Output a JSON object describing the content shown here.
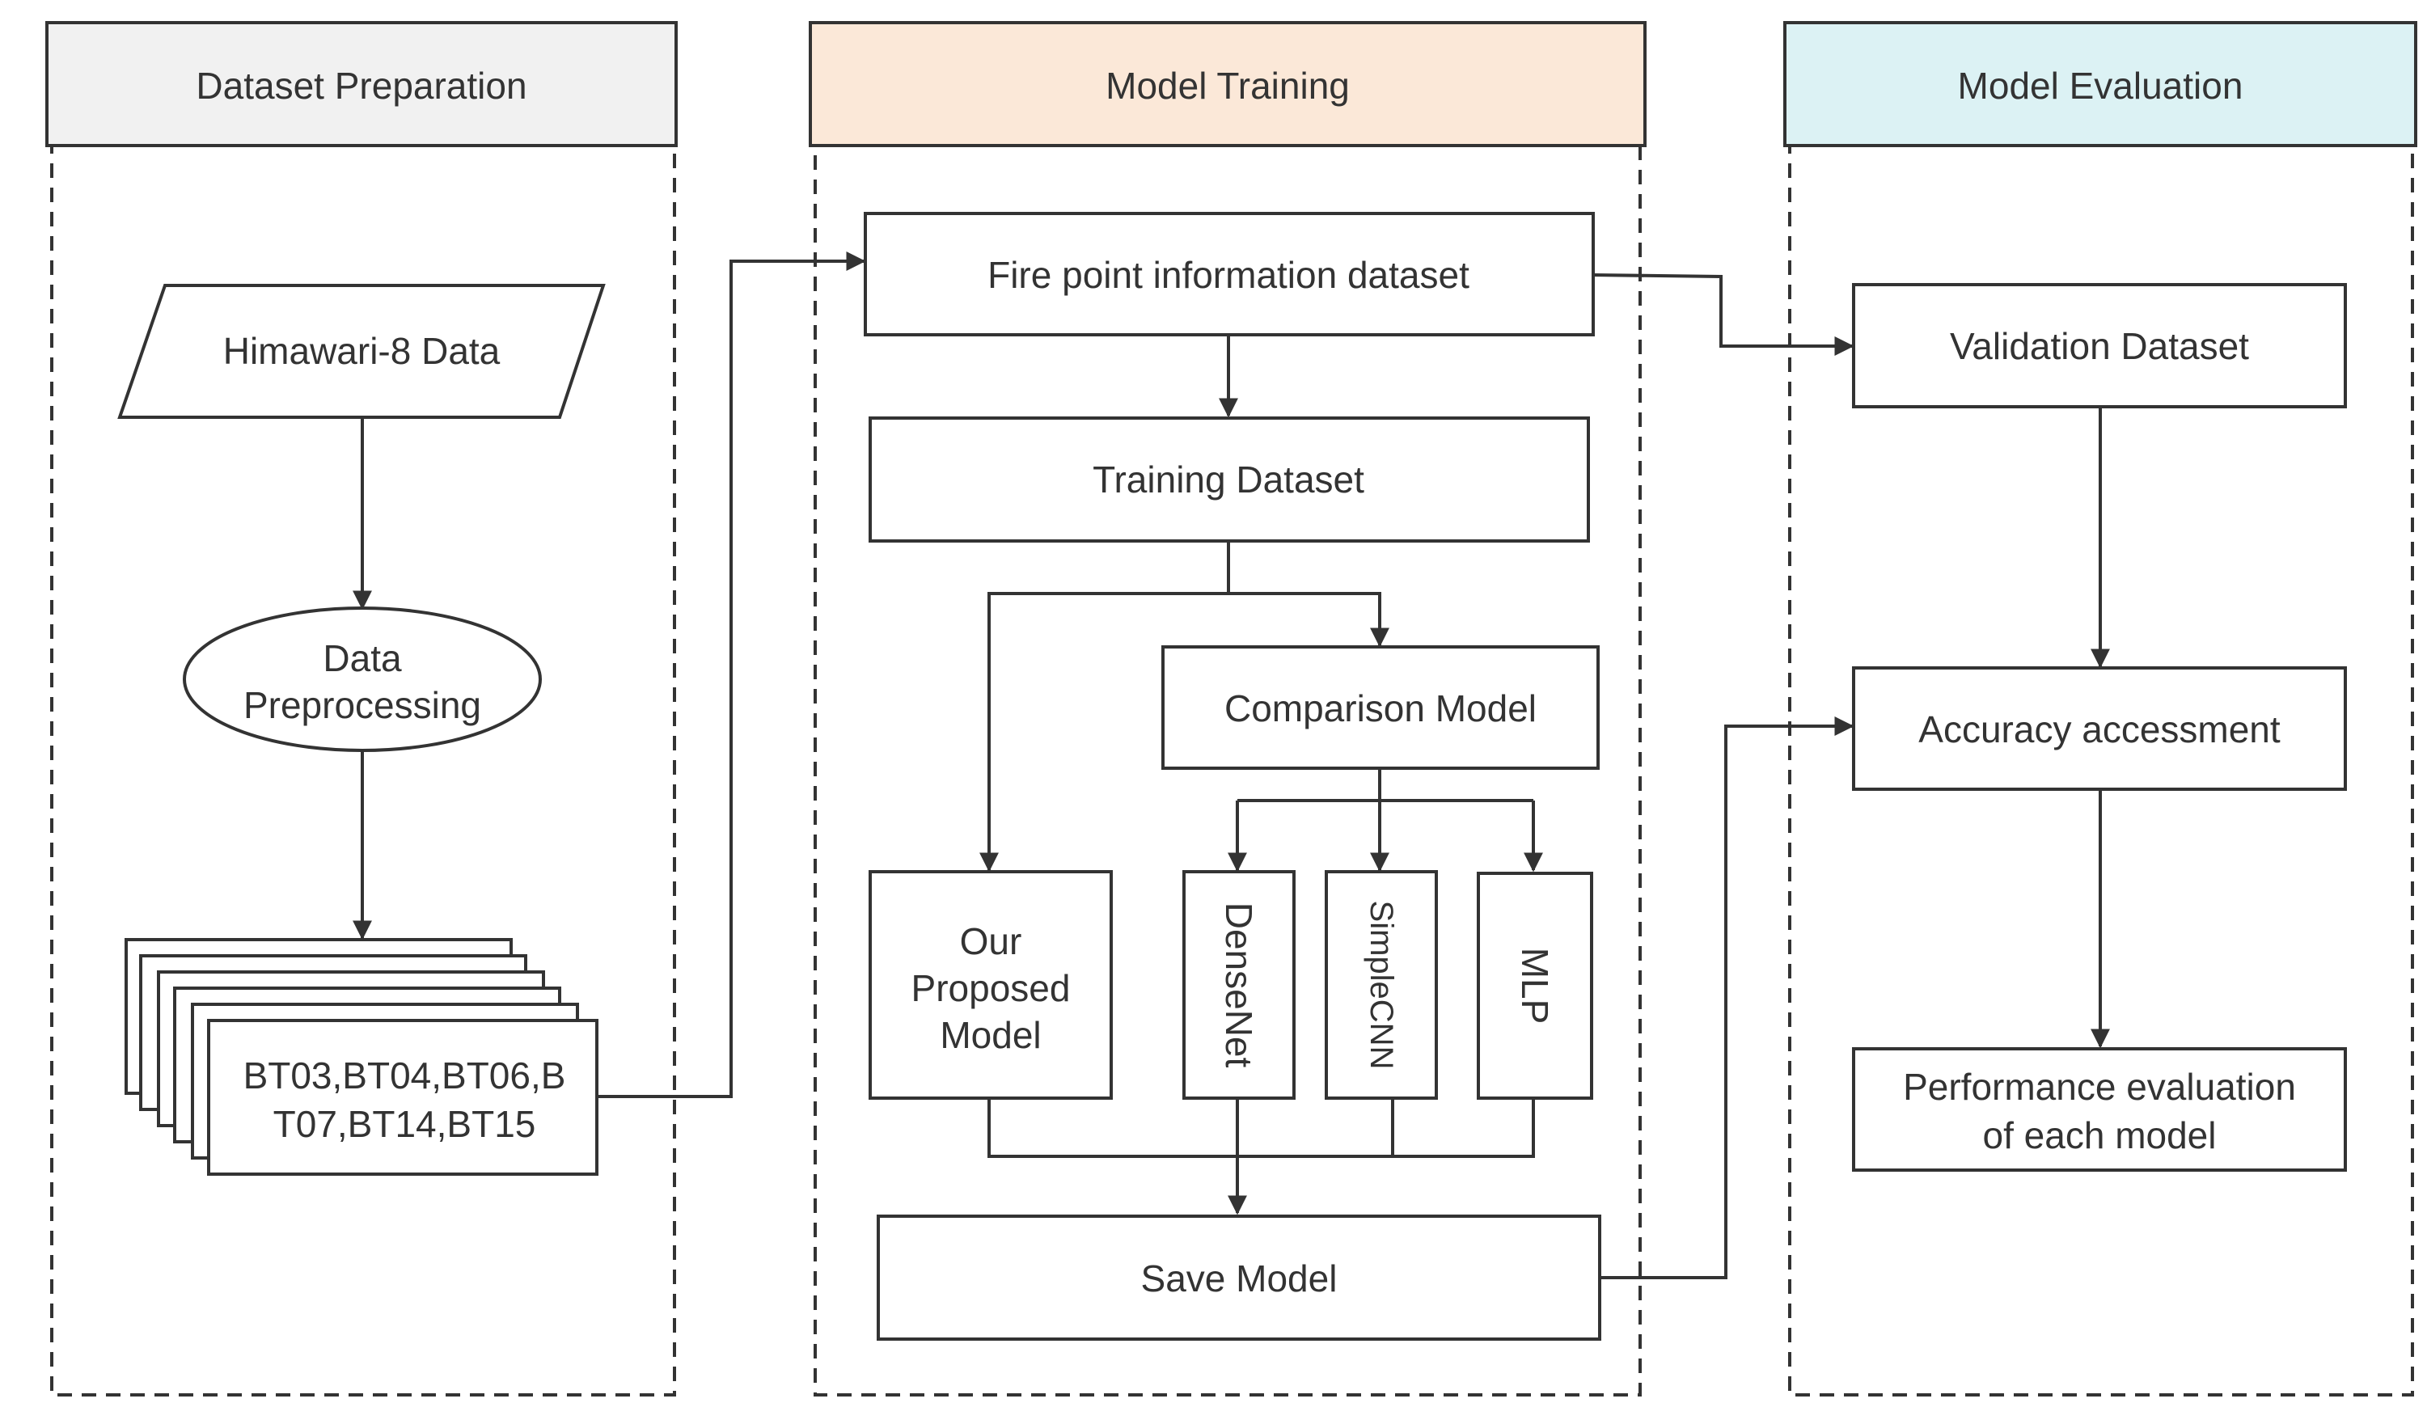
{
  "lanes": {
    "preparation": {
      "title": "Dataset Preparation",
      "header_color": "#f1f1f1"
    },
    "training": {
      "title": "Model Training",
      "header_color": "#fbe8d8"
    },
    "evaluation": {
      "title": "Model Evaluation",
      "header_color": "#dcf2f4"
    }
  },
  "nodes": {
    "himawari": "Himawari-8 Data",
    "preprocessing": [
      "Data",
      "Preprocessing"
    ],
    "bands": [
      "BT03,BT04,BT06,B",
      "T07,BT14,BT15"
    ],
    "fire_dataset": "Fire point information dataset",
    "training_dataset": "Training Dataset",
    "comparison_model": "Comparison Model",
    "proposed_model": [
      "Our",
      "Proposed",
      "Model"
    ],
    "densenet": "DenseNet",
    "simplecnn": "SimpleCNN",
    "mlp": "MLP",
    "save_model": "Save Model",
    "validation_dataset": "Validation Dataset",
    "accuracy": "Accuracy accessment",
    "performance": [
      "Performance evaluation",
      "of each model"
    ]
  },
  "colors": {
    "line": "#333333"
  }
}
